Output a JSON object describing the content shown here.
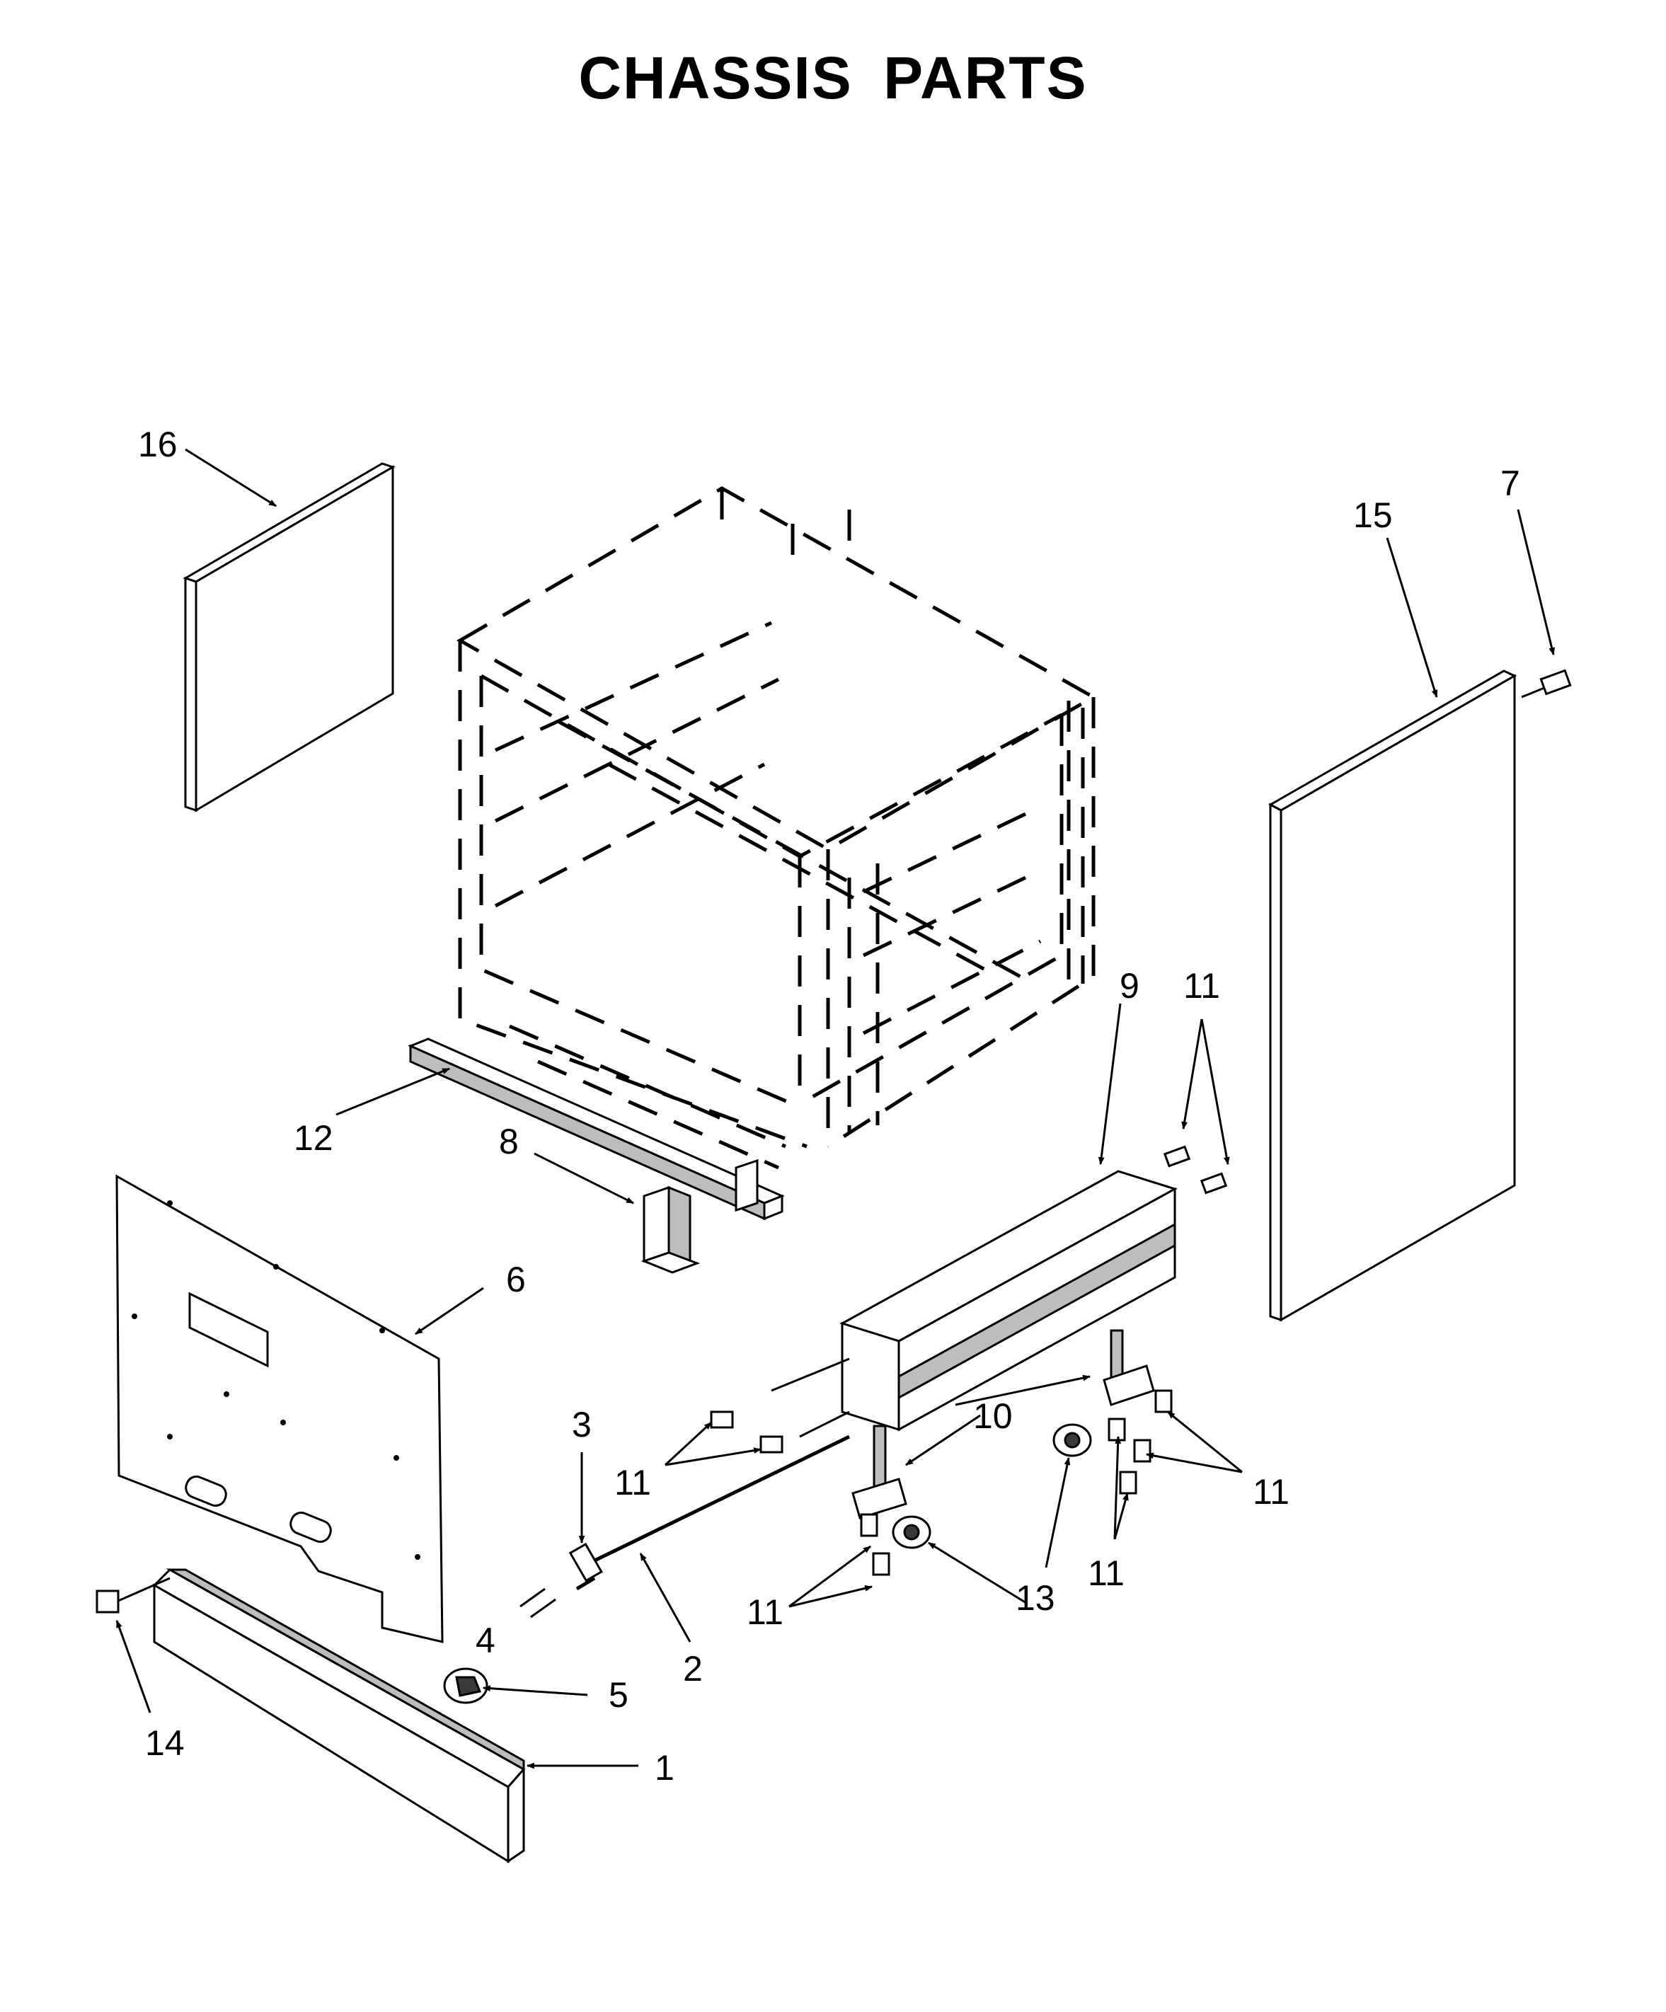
{
  "title": "CHASSIS PARTS",
  "callouts": {
    "c1": "1",
    "c2": "2",
    "c3": "3",
    "c4": "4",
    "c5": "5",
    "c6": "6",
    "c7": "7",
    "c8": "8",
    "c9": "9",
    "c10": "10",
    "c11a": "11",
    "c11b": "11",
    "c11c": "11",
    "c11d": "11",
    "c11e": "11",
    "c12": "12",
    "c13": "13",
    "c14": "14",
    "c15": "15",
    "c16": "16"
  }
}
